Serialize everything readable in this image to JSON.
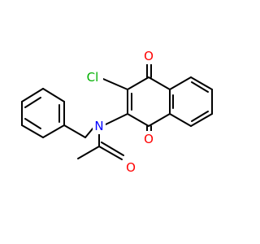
{
  "molecule": {
    "atoms": {
      "o_top": {
        "label": "O",
        "color": "#ff0000"
      },
      "o_bottom": {
        "label": "O",
        "color": "#ff0000"
      },
      "o_amide": {
        "label": "O",
        "color": "#ff0000"
      },
      "cl": {
        "label": "Cl",
        "color": "#00b000"
      },
      "n": {
        "label": "N",
        "color": "#0000ff"
      }
    }
  }
}
